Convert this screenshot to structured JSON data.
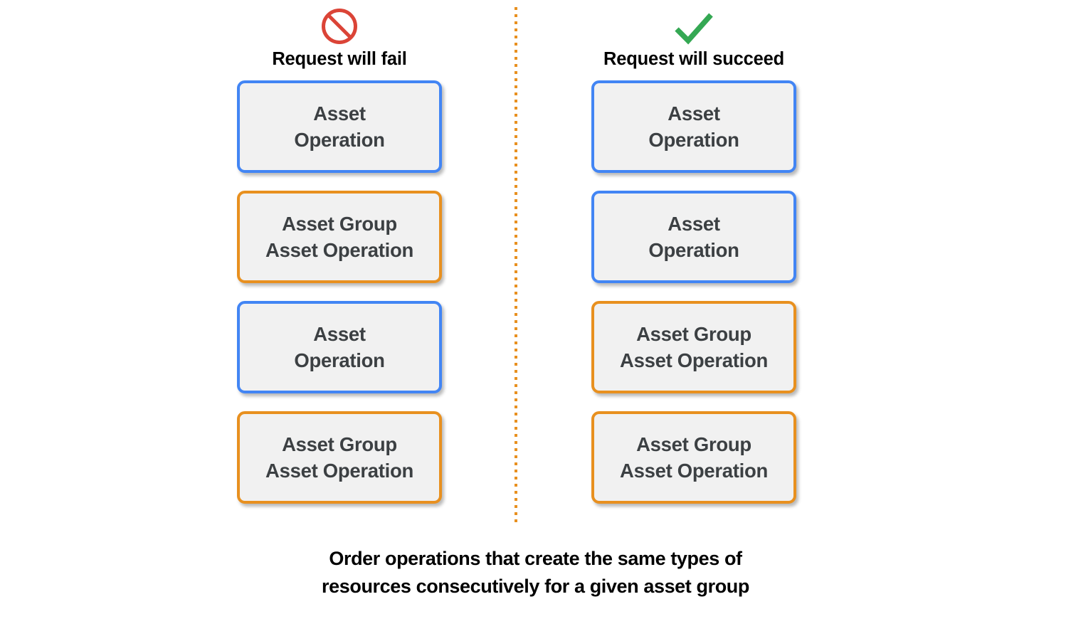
{
  "theme": {
    "background": "#FFFFFF",
    "card_fill": "#F1F1F1",
    "blue_border": "#4285F4",
    "orange_border": "#E8901F",
    "fail_icon_color": "#DB4437",
    "success_icon_color": "#34A853",
    "card_text_color": "#3C4043",
    "heading_color": "#000000",
    "divider_color": "#E8901F"
  },
  "columns": [
    {
      "id": "fail",
      "icon": "prohibition-icon",
      "label": "Request will fail",
      "cards": [
        {
          "variant": "blue",
          "text": "Asset\nOperation"
        },
        {
          "variant": "orange",
          "text": "Asset Group\nAsset Operation"
        },
        {
          "variant": "blue",
          "text": "Asset\nOperation"
        },
        {
          "variant": "orange",
          "text": "Asset Group\nAsset Operation"
        }
      ]
    },
    {
      "id": "succeed",
      "icon": "checkmark-icon",
      "label": "Request will succeed",
      "cards": [
        {
          "variant": "blue",
          "text": "Asset\nOperation"
        },
        {
          "variant": "blue",
          "text": "Asset\nOperation"
        },
        {
          "variant": "orange",
          "text": "Asset Group\nAsset Operation"
        },
        {
          "variant": "orange",
          "text": "Asset Group\nAsset Operation"
        }
      ]
    }
  ],
  "divider": {
    "style": "dotted-vertical"
  },
  "caption": "Order operations that create the same types of\nresources consecutively for a given asset group"
}
